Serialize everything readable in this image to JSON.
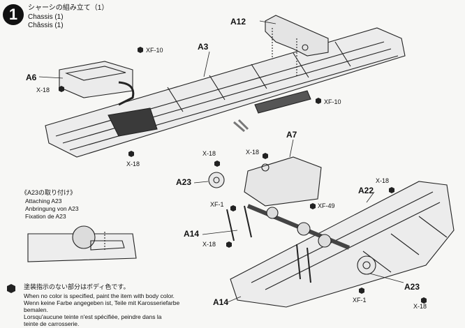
{
  "step": {
    "number": "1",
    "title_ja": "シャーシの組み立て（1）",
    "title_en": "Chassis (1)",
    "title_fr": "Châssis (1)"
  },
  "parts": {
    "a12": "A12",
    "a3": "A3",
    "a6": "A6",
    "a7": "A7",
    "a23_top": "A23",
    "a22": "A22",
    "a14_mid": "A14",
    "a23_bottom": "A23",
    "a14_bottom": "A14"
  },
  "screws": {
    "xf10_top": "XF-10",
    "x18_a6": "X-18",
    "xf10_mid": "XF-10",
    "x18_bottom_left": "X-18",
    "x18_a7_left": "X-18",
    "x18_a7_right": "X-18",
    "x18_a22": "X-18",
    "xf1_left": "XF-1",
    "xf49": "XF-49",
    "x18_a14": "X-18",
    "xf1_bottom": "XF-1",
    "x18_bottom_right": "X-18"
  },
  "inset": {
    "title_ja": "《A23の取り付け》",
    "line_en": "Attaching A23",
    "line_de": "Anbringung von A23",
    "line_fr": "Fixation de A23"
  },
  "note": {
    "ja": "塗装指示のない部分はボディ色です。",
    "en": "When no color is specified, paint the item with body color.",
    "de1": "Wenn keine Farbe angegeben ist, Teile mit Karosseriefarbe",
    "de2": "bemalen.",
    "fr1": "Lorsqu'aucune teinte n'est spécifiée, peindre dans la",
    "fr2": "teinte de carrosserie."
  }
}
